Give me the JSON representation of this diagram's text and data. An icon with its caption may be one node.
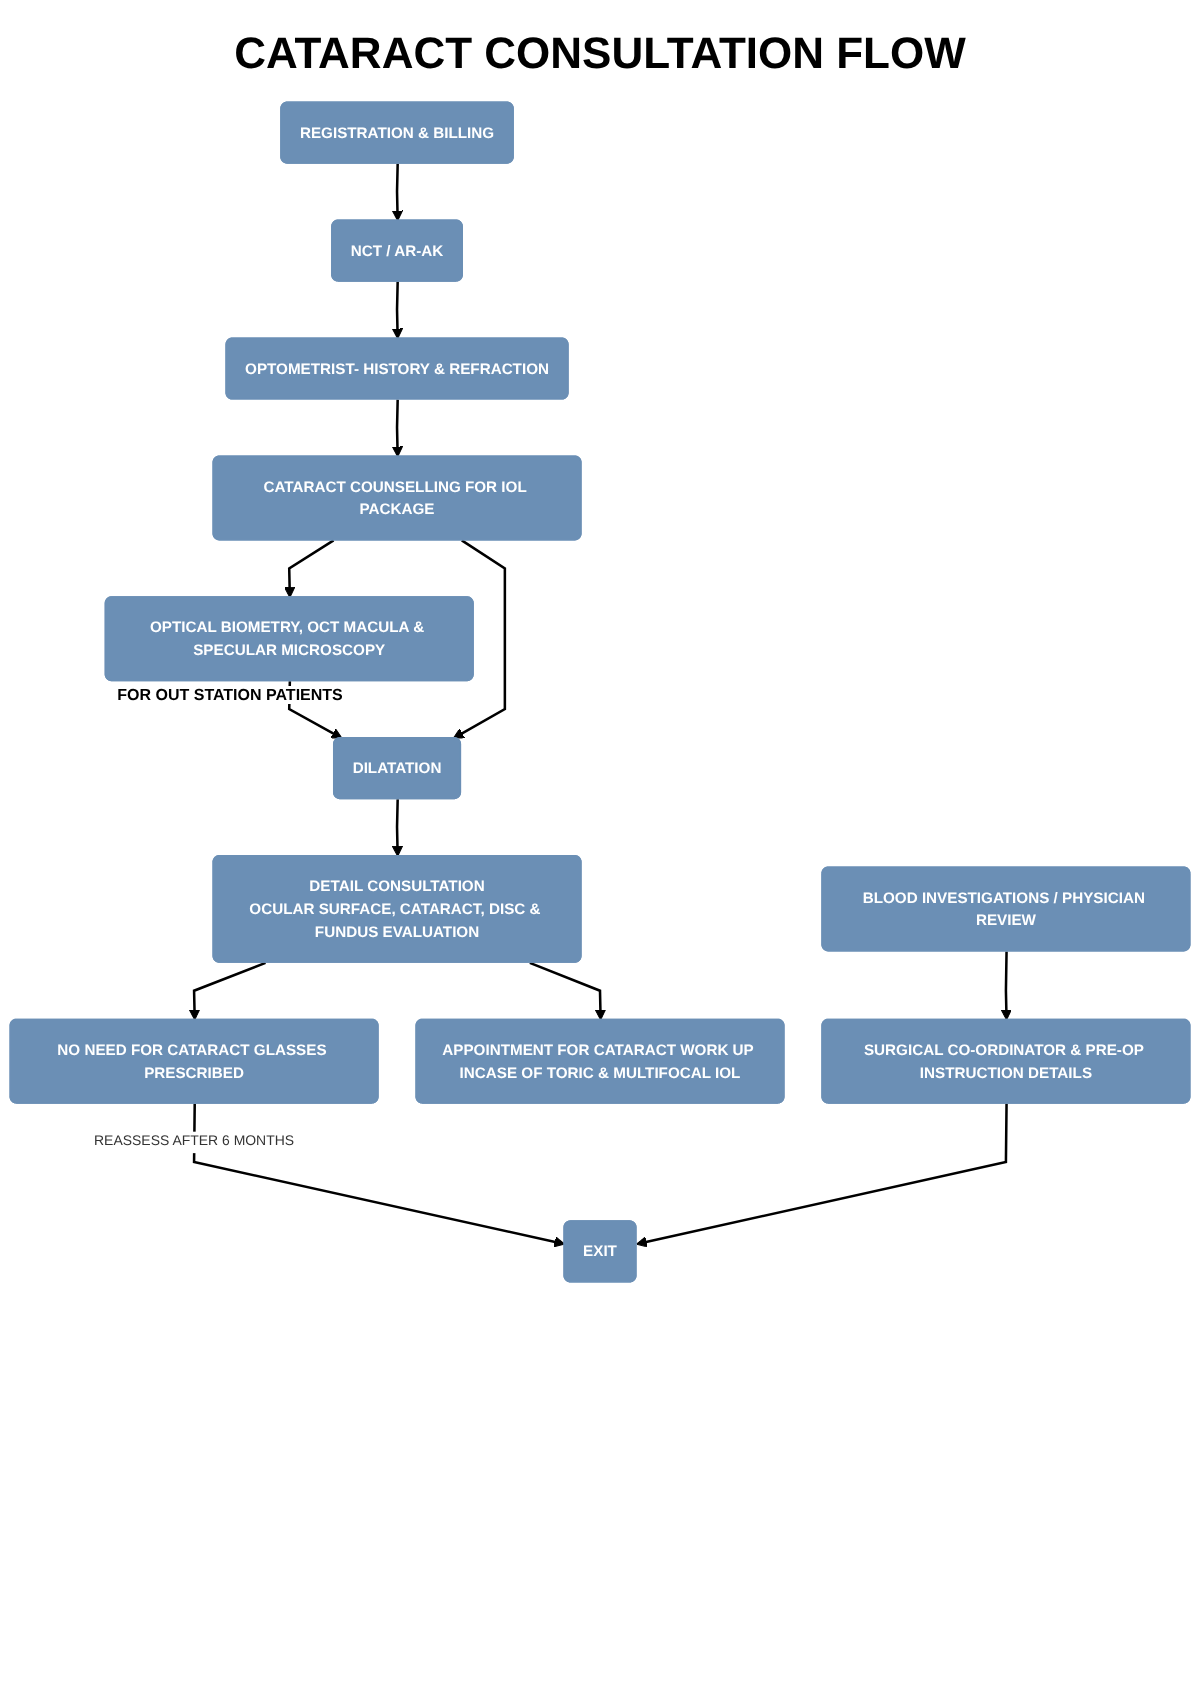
{
  "diagram": {
    "title": "CATARACT CONSULTATION FLOW",
    "nodes": [
      {
        "text": [
          "REGISTRATION & BILLING"
        ]
      },
      {
        "text": [
          "NCT / AR-AK"
        ]
      },
      {
        "text": [
          "OPTOMETRIST- HISTORY & REFRACTION"
        ]
      },
      {
        "text": [
          "CATARACT COUNSELLING FOR IOL PACKAGE"
        ]
      },
      {
        "text": [
          "OPTICAL BIOMETRY, OCT MACULA & SPECULAR MICROSCOPY"
        ],
        "beside": [
          "FOR OUT STATION PATIENTS"
        ]
      },
      {
        "text": [
          "DILATATION"
        ]
      },
      {
        "text": [
          "DETAIL CONSULTATION",
          "OCULAR SURFACE, CATARACT, DISC & FUNDUS EVALUATION"
        ]
      },
      {
        "text": [
          "APPOINTMENT FOR CATARACT WORK UP INCASE OF TORIC & MULTIFOCAL IOL"
        ]
      },
      {
        "text": [
          "NO NEED FOR CATARACT GLASSES PRESCRIBED"
        ]
      },
      {
        "text": [
          "BLOOD INVESTIGATIONS / PHYSICIAN REVIEW"
        ]
      },
      {
        "text": [
          "SURGICAL CO-ORDINATOR & PRE-OP INSTRUCTION DETAILS"
        ]
      },
      {
        "text": [
          "EXIT"
        ]
      }
    ],
    "edges": [
      {
        "from": 0,
        "to": 1,
        "arrow": "to"
      },
      {
        "from": 1,
        "to": 2,
        "arrow": "to"
      },
      {
        "from": 2,
        "to": 3,
        "arrow": "to"
      },
      {
        "from": 3,
        "to": 4,
        "arrow": "to"
      },
      {
        "from": 3,
        "to": 5,
        "arrow": "to"
      },
      {
        "from": 4,
        "to": 5,
        "arrow": "to"
      },
      {
        "from": 5,
        "to": 6,
        "arrow": "to"
      },
      {
        "from": 6,
        "to": 8,
        "arrow": "to"
      },
      {
        "from": 6,
        "to": 7,
        "arrow": "to"
      },
      {
        "from": 9,
        "to": 10,
        "arrow": "to"
      },
      {
        "from": 10,
        "to": 11,
        "arrow": "to"
      },
      {
        "from": 8,
        "to": 11,
        "arrow": "to",
        "label": "REASSESS AFTER 6 MONTHS"
      }
    ]
  }
}
